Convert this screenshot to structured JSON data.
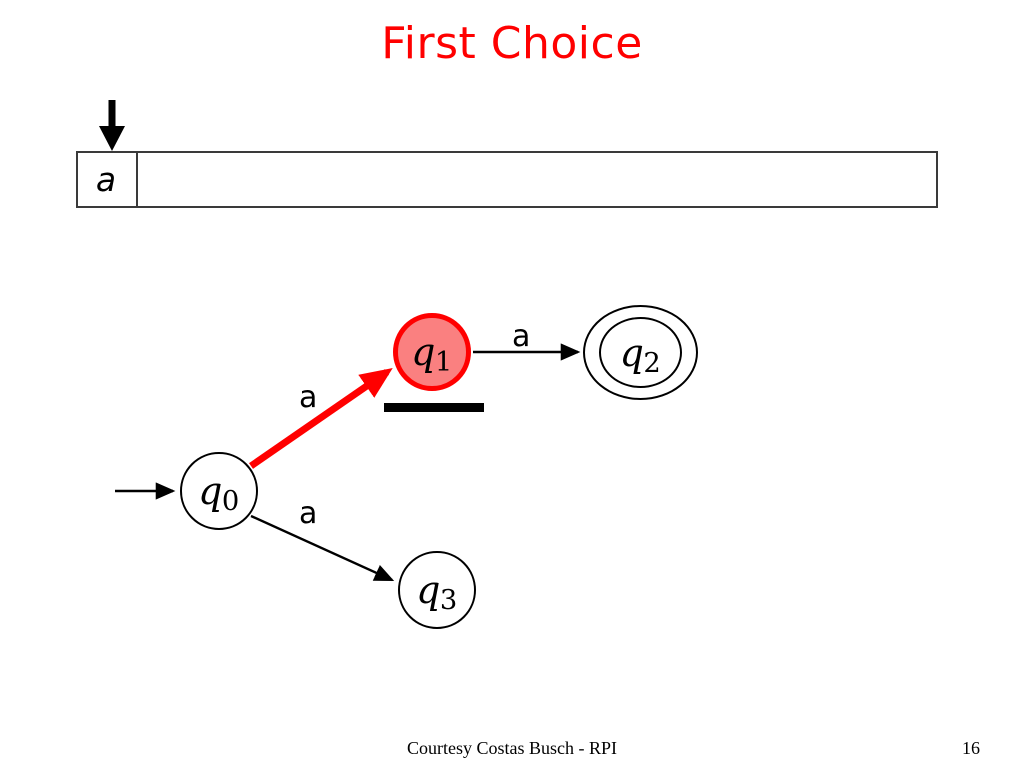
{
  "slide": {
    "title": "First Choice",
    "title_color": "#ff0000",
    "background": "#ffffff"
  },
  "tape": {
    "head_icon": "down-arrow-icon",
    "cells": [
      {
        "symbol": "a"
      }
    ],
    "blank_tail": ""
  },
  "automaton": {
    "start_arrow_icon": "start-arrow-icon",
    "states": [
      {
        "id": "q0",
        "label": "q",
        "sub": "0",
        "type": "normal",
        "highlight": false
      },
      {
        "id": "q1",
        "label": "q",
        "sub": "1",
        "type": "normal",
        "highlight": true,
        "fill": "#fa8080",
        "stroke": "#ff0000"
      },
      {
        "id": "q2",
        "label": "q",
        "sub": "2",
        "type": "accepting",
        "highlight": false
      },
      {
        "id": "q3",
        "label": "q",
        "sub": "3",
        "type": "normal",
        "highlight": false
      }
    ],
    "transitions": [
      {
        "from": "q0",
        "to": "q1",
        "label": "a",
        "color": "#ff0000",
        "active": true
      },
      {
        "from": "q0",
        "to": "q3",
        "label": "a",
        "color": "#000000",
        "active": false
      },
      {
        "from": "q1",
        "to": "q2",
        "label": "a",
        "color": "#000000",
        "active": false
      }
    ],
    "marker_bar": "underline-bar"
  },
  "footer": {
    "credit": "Courtesy Costas Busch - RPI",
    "page_number": "16"
  }
}
